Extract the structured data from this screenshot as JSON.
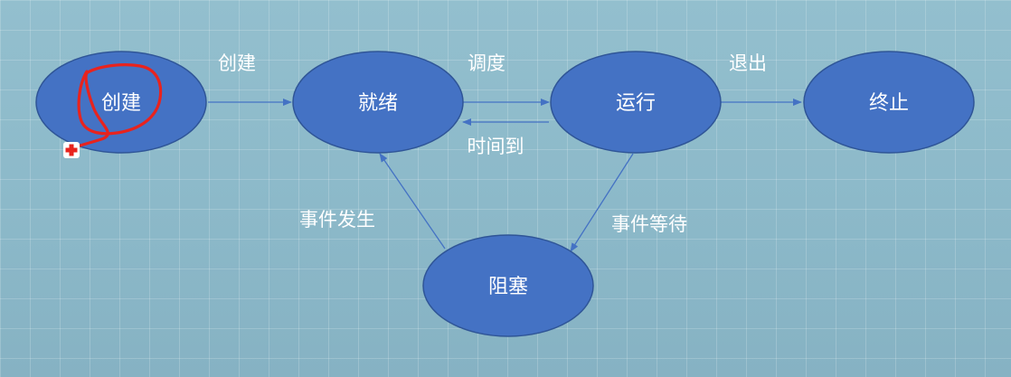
{
  "nodes": {
    "create": "创建",
    "ready": "就绪",
    "running": "运行",
    "terminated": "终止",
    "blocked": "阻塞"
  },
  "edges": {
    "create_to_ready": "创建",
    "ready_to_running": "调度",
    "running_to_ready": "时间到",
    "running_to_terminated": "退出",
    "running_to_blocked": "事件等待",
    "blocked_to_ready": "事件发生"
  },
  "colors": {
    "node_fill": "#4472c4",
    "edge": "#4472c4",
    "label": "#ffffff",
    "annotation": "#e8231e"
  }
}
